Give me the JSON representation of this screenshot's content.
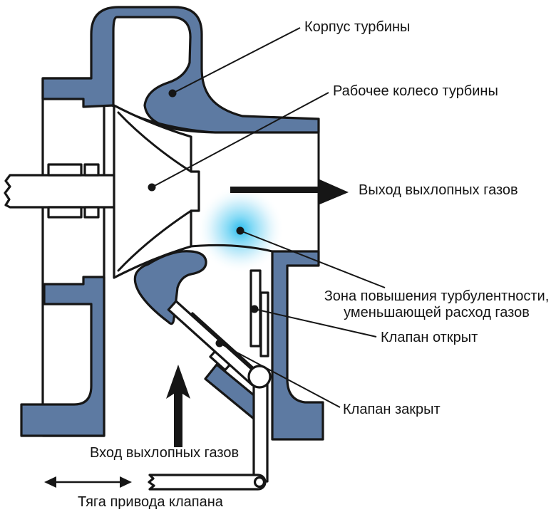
{
  "diagram": {
    "type": "technical-schematic",
    "subject": "turbine-housing-wastegate-cross-section",
    "labels": {
      "housing": "Корпус турбины",
      "wheel": "Рабочее колесо турбины",
      "outlet": "Выход выхлопных газов",
      "turbulence_line1": "Зона повышения турбулентности,",
      "turbulence_line2": "уменьшающей расход газов",
      "valve_open": "Клапан открыт",
      "valve_closed": "Клапан закрыт",
      "inlet": "Вход выхлопных газов",
      "rod": "Тяга привода клапана"
    },
    "colors": {
      "housing_fill": "#5d7aa2",
      "outline": "#161616",
      "turbulence_glow": "#2bbcee",
      "background": "#ffffff"
    }
  }
}
